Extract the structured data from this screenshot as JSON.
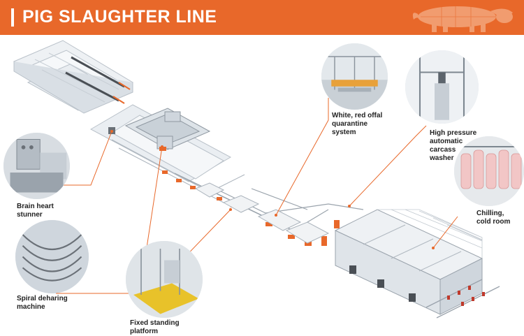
{
  "header": {
    "title": "PIG SLAUGHTER LINE",
    "accent_color": "#e8682a",
    "logo_icon": "pig-silhouette-icon"
  },
  "labels": [
    {
      "id": "offal",
      "lines": [
        "White, red offal",
        "quarantine",
        "system"
      ]
    },
    {
      "id": "washer",
      "lines": [
        "High pressure",
        "automatic",
        "carcass",
        "washer"
      ]
    },
    {
      "id": "chilling",
      "lines": [
        "Chilling,",
        "cold room"
      ]
    },
    {
      "id": "stunner",
      "lines": [
        "Brain heart",
        "stunner"
      ]
    },
    {
      "id": "dehaing",
      "lines": [
        "Spiral deharing",
        "machine"
      ]
    },
    {
      "id": "platform",
      "lines": [
        "Fixed standing",
        "platform"
      ]
    }
  ]
}
